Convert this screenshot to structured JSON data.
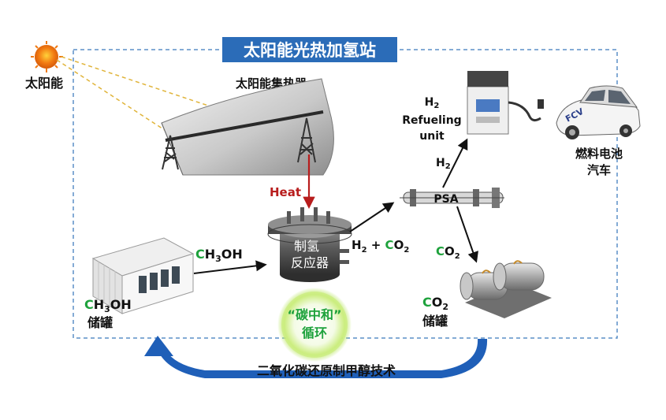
{
  "title": "太阳能光热加氢站",
  "sun_label": "太阳能",
  "collector_label": "太阳能集热器",
  "heat_label": "Heat",
  "reactor_label": {
    "line1": "制氢",
    "line2": "反应器"
  },
  "methanol_feed": {
    "c": "C",
    "h3": "H",
    "sub3": "3",
    "oh": "OH"
  },
  "methanol_tank": {
    "formula_c": "C",
    "formula_h": "H",
    "sub3": "3",
    "formula_oh": "OH",
    "label": "储罐"
  },
  "products": {
    "h2": "H",
    "sub2": "2",
    "plus": " + ",
    "co2_c": "C",
    "co2_o": "O",
    "co2_sub": "2"
  },
  "psa_label": "PSA",
  "h2_branch": {
    "h": "H",
    "sub": "2"
  },
  "co2_branch": {
    "c": "C",
    "o": "O",
    "sub": "2"
  },
  "refueling": {
    "h": "H",
    "sub": "2",
    "line2": "Refueling",
    "line3": "unit"
  },
  "fcv": {
    "badge": "FCV",
    "line1": "燃料电池",
    "line2": "汽车"
  },
  "co2_storage": {
    "c": "C",
    "o": "O",
    "sub": "2",
    "label": "储罐"
  },
  "carbon_neutral": {
    "line1": "“碳中和”",
    "line2": "循环"
  },
  "bottom_caption": "二氧化碳还原制甲醇技术",
  "colors": {
    "title_bg": "#2b6cb8",
    "dashed_border": "#5b8fc7",
    "heat_arrow": "#b81d1d",
    "green_text": "#1ea23c",
    "cycle_arrow": "#1f5fb8",
    "circle_glow": "#c9ec7a",
    "sun": "#f07a12"
  }
}
